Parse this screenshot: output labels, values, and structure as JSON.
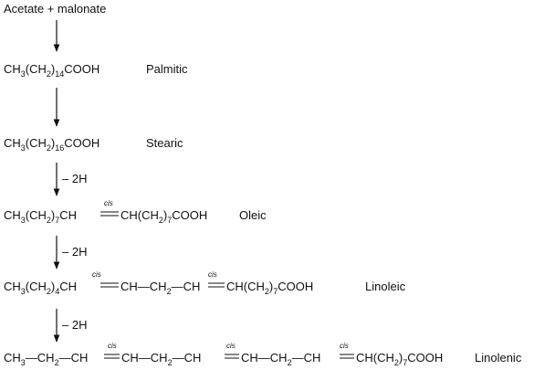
{
  "start": "Acetate + malonate",
  "palmitic": {
    "formula": [
      "CH",
      "3",
      "(CH",
      "2",
      ")",
      "14",
      "COOH"
    ],
    "name": "Palmitic"
  },
  "stearic": {
    "formula": [
      "CH",
      "3",
      "(CH",
      "2",
      ")",
      "16",
      "COOH"
    ],
    "name": "Stearic"
  },
  "step_label": "– 2H",
  "cis": "cis",
  "oleic": {
    "part1": [
      "CH",
      "3",
      "(CH",
      "2",
      ")",
      "7",
      "CH"
    ],
    "part2": [
      "CH(CH",
      "2",
      ")",
      "7",
      "COOH"
    ],
    "name": "Oleic"
  },
  "linoleic": {
    "part1": [
      "CH",
      "3",
      "(CH",
      "2",
      ")",
      "4",
      "CH"
    ],
    "part2": [
      "CH",
      "—",
      "CH",
      "2",
      "—",
      "CH"
    ],
    "part3": [
      "CH(CH",
      "2",
      ")",
      "7",
      "COOH"
    ],
    "name": "Linoleic"
  },
  "linolenic": {
    "part1": [
      "CH",
      "3",
      "—",
      "CH",
      "2",
      "—",
      "CH"
    ],
    "part2": [
      "CH",
      "—",
      "CH",
      "2",
      "—",
      "CH"
    ],
    "part3": [
      "CH",
      "—",
      "CH",
      "2",
      "—",
      "CH"
    ],
    "part4": [
      "CH(CH",
      "2",
      ")",
      "7",
      "COOH"
    ],
    "name": "Linolenic"
  }
}
